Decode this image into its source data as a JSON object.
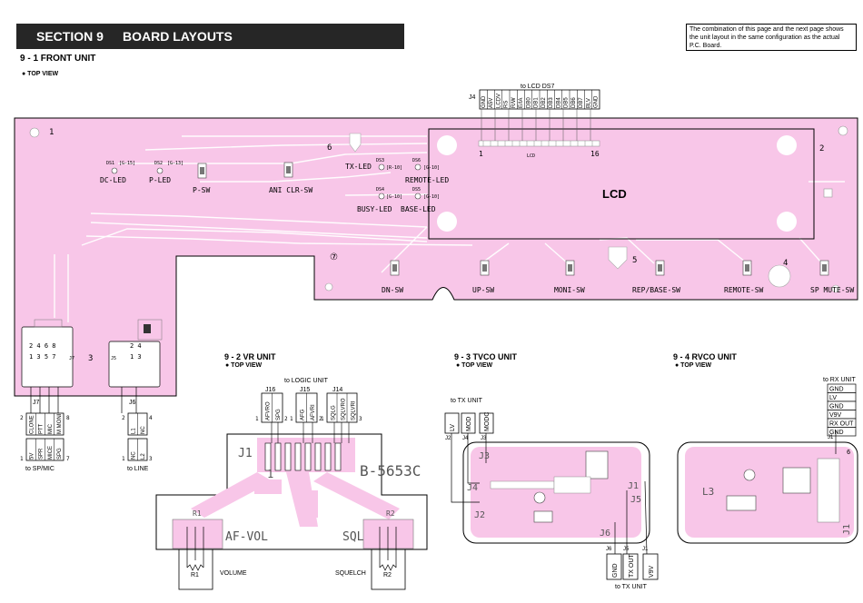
{
  "header": {
    "section_no": "SECTION 9",
    "section_title": "BOARD LAYOUTS"
  },
  "note": "The combination of this page and the next page shows the unit layout in the same configuration as the actual P.C. Board.",
  "front": {
    "title": "9 - 1 FRONT UNIT",
    "view": "● TOP VIEW",
    "to_lcd": "to LCD DS7",
    "j4": "J4",
    "lcd_pins": [
      "GND",
      "A5V",
      "LCDV",
      "RS",
      "R/W",
      "E/IA",
      "DB0",
      "DB1",
      "DB2",
      "DB3",
      "DB4",
      "DB5",
      "DB6",
      "DB7",
      "BLV",
      "GND"
    ],
    "lcd_label": "LCD",
    "lcd_small": "LCD",
    "pin1": "1",
    "pin16": "16",
    "leds": {
      "ds1": "DS1",
      "ds1_ref": "[G-15]",
      "dc_led": "DC-LED",
      "ds2": "DS2",
      "ds2_ref": "[G-13]",
      "p_led": "P-LED",
      "p_sw": "P-SW",
      "ani_sw": "ANI CLR-SW",
      "ds3": "DS3",
      "ds3_ref": "[R-10]",
      "tx_led": "TX-LED",
      "ds6": "DS6",
      "ds6_ref": "[G-10]",
      "remote_led": "REMOTE-LED",
      "ds4": "DS4",
      "ds4_ref": "[G-10]",
      "busy_led": "BUSY-LED",
      "ds5": "DS5",
      "ds5_ref": "[G-10]",
      "base_led": "BASE-LED"
    },
    "switches": [
      "DN-SW",
      "UP-SW",
      "MONI-SW",
      "REP/BASE-SW",
      "REMOTE-SW",
      "SP MUTE-SW"
    ],
    "marks": {
      "m1": "1",
      "m2": "2",
      "m3": "3",
      "m4": "4",
      "m5": "5",
      "m6": "6",
      "m7": "⑦"
    },
    "j7": {
      "label": "J7",
      "pins_top": "2 4 6 8",
      "pins_bot": "1 3 5 7",
      "conn_top": [
        "CLONE",
        "PTT",
        "MIC",
        "M MONI"
      ],
      "conn_bot": [
        "5V",
        "SPR",
        "MICE",
        "SPG"
      ],
      "n2": "2",
      "n8": "8",
      "n1": "1",
      "n7": "7",
      "to": "to SP/MIC"
    },
    "j6": {
      "label": "J6",
      "j5": "J5",
      "pins_top": "2   4",
      "pins_bot": "1   3",
      "conn_top": [
        "L1",
        "NC"
      ],
      "conn_bot": [
        "NC",
        "L2"
      ],
      "n2": "2",
      "n4": "4",
      "n1": "1",
      "n3": "3",
      "to": "to LINE"
    }
  },
  "vr": {
    "title": "9 - 2 VR UNIT",
    "view": "● TOP VIEW",
    "to": "to LOGIC UNIT",
    "j16": "J16",
    "j15": "J15",
    "j14": "J14",
    "j16_pins": [
      "AFVRO",
      "SPG"
    ],
    "j15_pins": [
      "AFG",
      "AFVRI"
    ],
    "j14_pins": [
      "SQLG",
      "SQLVRO",
      "SQLVRI"
    ],
    "n1": "1",
    "n2": "2",
    "n3": "3",
    "j1": "J1",
    "pin1": "1",
    "board": "B-5653C",
    "r1": "R1",
    "r2": "R2",
    "af_vol": "AF-VOL",
    "sql": "SQL",
    "volume": "VOLUME",
    "squelch": "SQUELCH"
  },
  "tvco": {
    "title": "9 - 3 TVCO UNIT",
    "view": "● TOP VIEW",
    "to_top": "to TX UNIT",
    "j2": "J2",
    "j4": "J4",
    "j3": "J3",
    "pins_top": [
      "LV",
      "MOD",
      "MODC"
    ],
    "j1": "J1",
    "j5": "J5",
    "j6": "J6",
    "pins_bot": [
      "GND",
      "TX OUT",
      "V9V"
    ],
    "j6b": "J6",
    "j5b": "J5",
    "j1b": "J1",
    "to_bot": "to TX UNIT"
  },
  "rvco": {
    "title": "9 - 4 RVCO UNIT",
    "view": "● TOP VIEW",
    "to": "to RX UNIT",
    "pins": [
      "GND",
      "LV",
      "GND",
      "V9V",
      "RX OUT",
      "GND"
    ],
    "j1": "J1",
    "n6": "6",
    "l3": "L3",
    "j1b": "J1"
  }
}
